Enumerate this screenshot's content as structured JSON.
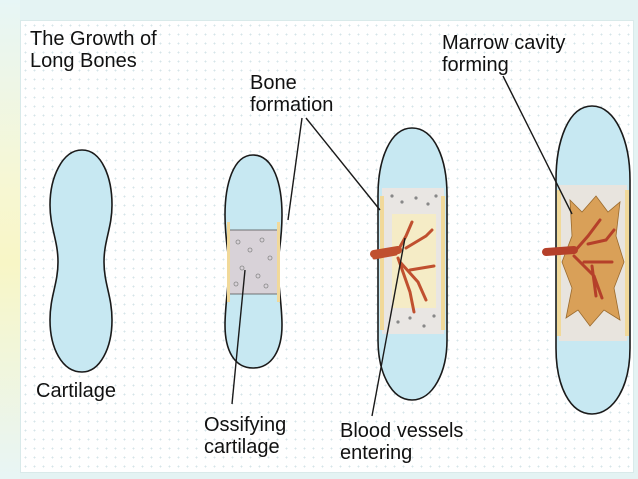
{
  "title": "The Growth of\nLong Bones",
  "labels": {
    "cartilage": "Cartilage",
    "bone_formation": "Bone\nformation",
    "ossifying_cartilage": "Ossifying\ncartilage",
    "blood_vessels_entering": "Blood vessels\nentering",
    "marrow_cavity_forming": "Marrow cavity\nforming"
  },
  "colors": {
    "cartilage": "#c7e8f2",
    "outline": "#1a1a1a",
    "bone_collar": "#f3e6b8",
    "spongy_bone": "#e0e0df",
    "blood_vessel": "#c0502f",
    "marrow": "#d9a058"
  }
}
